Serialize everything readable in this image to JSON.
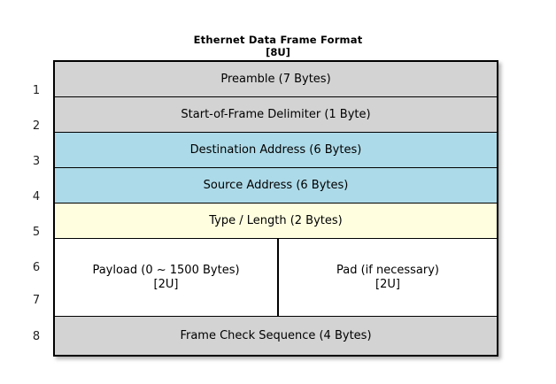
{
  "title": {
    "main": "Ethernet Data Frame Format",
    "sub": "[8U]"
  },
  "colors": {
    "header_gray": "#d3d3d3",
    "address_blue": "#addae8",
    "type_yellow": "#ffffe0",
    "payload_white": "#ffffff",
    "border": "#000000",
    "background": "#ffffff"
  },
  "row_numbers": [
    "1",
    "2",
    "3",
    "4",
    "5",
    "6",
    "7",
    "8"
  ],
  "rows": [
    {
      "number": "1",
      "label": "Preamble (7 Bytes)",
      "fill": "#d3d3d3"
    },
    {
      "number": "2",
      "label": "Start-of-Frame Delimiter (1 Byte)",
      "fill": "#d3d3d3"
    },
    {
      "number": "3",
      "label": "Destination Address (6 Bytes)",
      "fill": "#addae8"
    },
    {
      "number": "4",
      "label": "Source Address (6 Bytes)",
      "fill": "#addae8"
    },
    {
      "number": "5",
      "label": "Type / Length (2 Bytes)",
      "fill": "#ffffe0"
    },
    {
      "number": "6-7",
      "fill": "#ffffff",
      "split": true,
      "left": {
        "label": "Payload (0 ~ 1500 Bytes)",
        "note": "[2U]"
      },
      "right": {
        "label": "Pad (if necessary)",
        "note": "[2U]"
      }
    },
    {
      "number": "8",
      "label": "Frame Check Sequence (4 Bytes)",
      "fill": "#d3d3d3"
    }
  ]
}
